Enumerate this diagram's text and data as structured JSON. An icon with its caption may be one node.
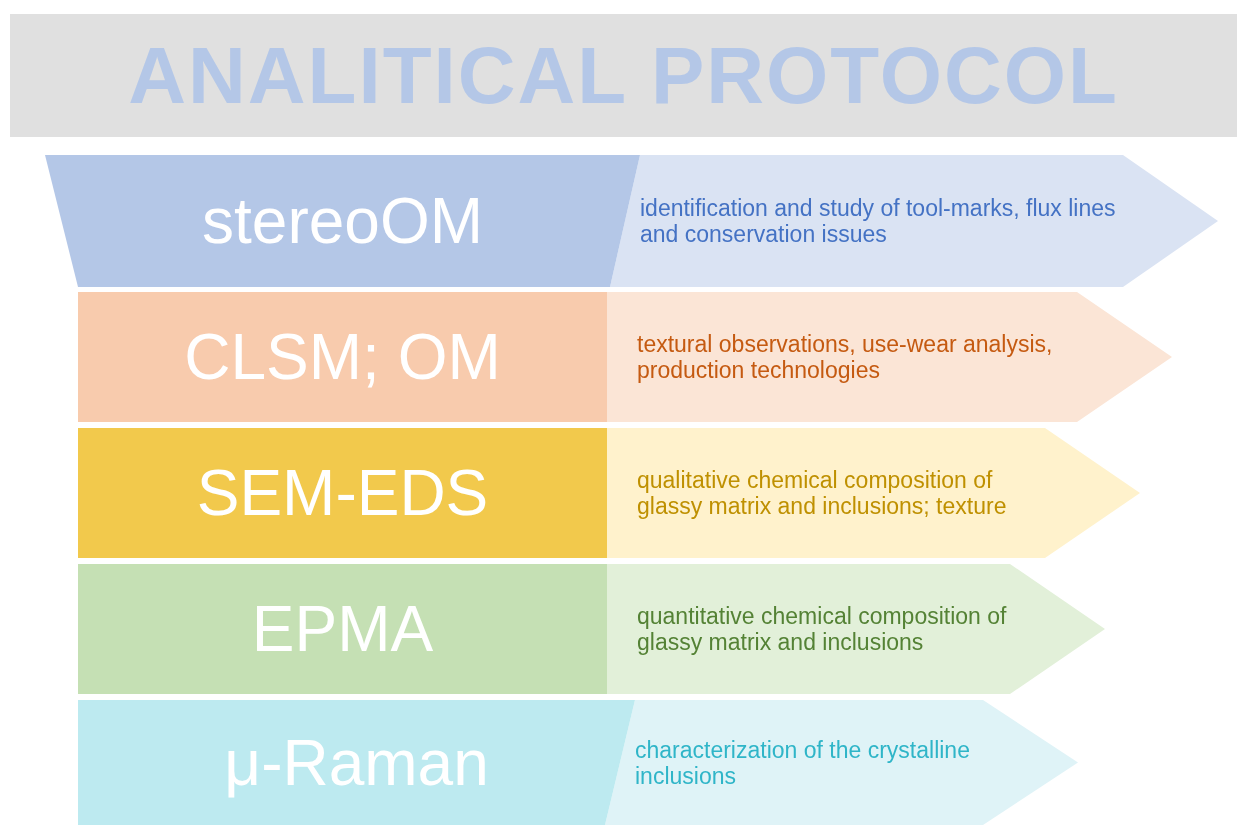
{
  "diagram": {
    "title": "ANALITICAL PROTOCOL",
    "nodes": [
      {
        "text": [
          "stereoOM"
        ]
      },
      {
        "text": [
          "identification and study of tool-marks, flux lines and conservation issues"
        ]
      },
      {
        "text": [
          "CLSM; OM"
        ]
      },
      {
        "text": [
          "textural observations, use-wear analysis, production technologies"
        ]
      },
      {
        "text": [
          "SEM-EDS"
        ]
      },
      {
        "text": [
          "qualitative chemical composition of glassy matrix and inclusions; texture"
        ]
      },
      {
        "text": [
          "EPMA"
        ]
      },
      {
        "text": [
          "quantitative chemical composition of glassy matrix and inclusions"
        ]
      },
      {
        "text": [
          "μ-Raman"
        ]
      },
      {
        "text": [
          "characterization of the crystalline inclusions"
        ]
      }
    ],
    "edges": []
  }
}
